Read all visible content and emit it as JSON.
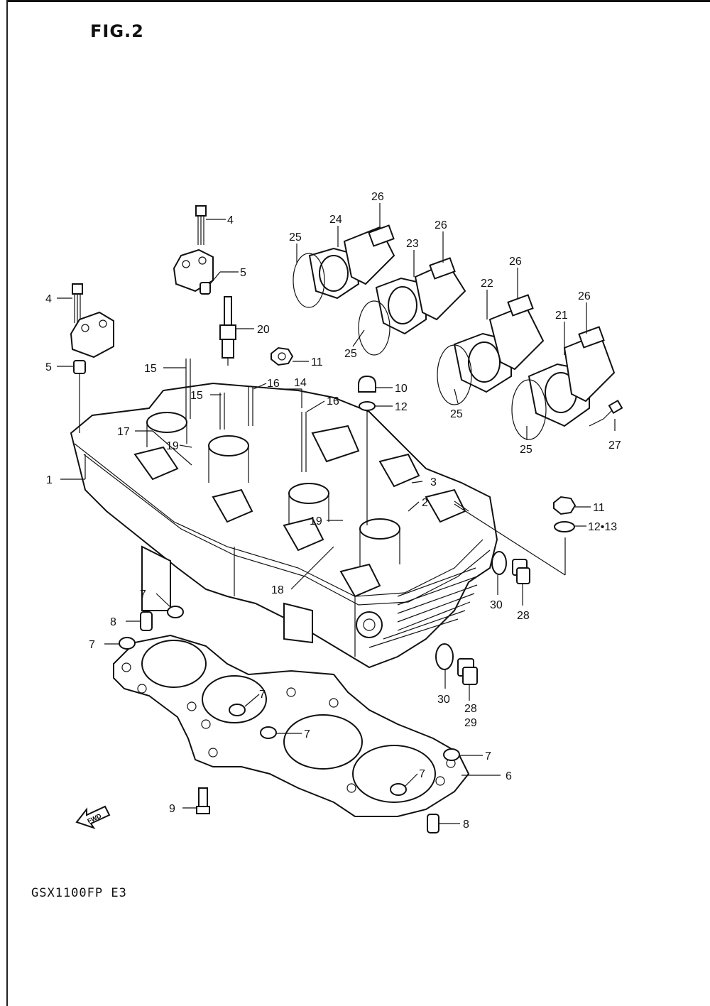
{
  "figure": {
    "title": "FIG.2",
    "model_code": "GSX1100FP  E3",
    "fwd_arrow_text": "FWD"
  },
  "callouts": [
    {
      "id": "c1",
      "text": "1"
    },
    {
      "id": "c2",
      "text": "2"
    },
    {
      "id": "c3",
      "text": "3"
    },
    {
      "id": "c4a",
      "text": "4"
    },
    {
      "id": "c4b",
      "text": "4"
    },
    {
      "id": "c5a",
      "text": "5"
    },
    {
      "id": "c5b",
      "text": "5"
    },
    {
      "id": "c6",
      "text": "6"
    },
    {
      "id": "c7a",
      "text": "7"
    },
    {
      "id": "c7b",
      "text": "7"
    },
    {
      "id": "c7c",
      "text": "7"
    },
    {
      "id": "c7d",
      "text": "7"
    },
    {
      "id": "c7e",
      "text": "7"
    },
    {
      "id": "c7f",
      "text": "7"
    },
    {
      "id": "c8a",
      "text": "8"
    },
    {
      "id": "c8b",
      "text": "8"
    },
    {
      "id": "c9",
      "text": "9"
    },
    {
      "id": "c10",
      "text": "10"
    },
    {
      "id": "c11a",
      "text": "11"
    },
    {
      "id": "c11b",
      "text": "11"
    },
    {
      "id": "c12a",
      "text": "12"
    },
    {
      "id": "c12b",
      "text": "12•13"
    },
    {
      "id": "c14",
      "text": "14"
    },
    {
      "id": "c15a",
      "text": "15"
    },
    {
      "id": "c15b",
      "text": "15"
    },
    {
      "id": "c16a",
      "text": "16"
    },
    {
      "id": "c16b",
      "text": "16"
    },
    {
      "id": "c17",
      "text": "17"
    },
    {
      "id": "c18",
      "text": "18"
    },
    {
      "id": "c19a",
      "text": "19"
    },
    {
      "id": "c19b",
      "text": "19"
    },
    {
      "id": "c20",
      "text": "20"
    },
    {
      "id": "c21",
      "text": "21"
    },
    {
      "id": "c22",
      "text": "22"
    },
    {
      "id": "c23",
      "text": "23"
    },
    {
      "id": "c24",
      "text": "24"
    },
    {
      "id": "c25a",
      "text": "25"
    },
    {
      "id": "c25b",
      "text": "25"
    },
    {
      "id": "c25c",
      "text": "25"
    },
    {
      "id": "c25d",
      "text": "25"
    },
    {
      "id": "c26a",
      "text": "26"
    },
    {
      "id": "c26b",
      "text": "26"
    },
    {
      "id": "c26c",
      "text": "26"
    },
    {
      "id": "c26d",
      "text": "26"
    },
    {
      "id": "c27",
      "text": "27"
    },
    {
      "id": "c28a",
      "text": "28"
    },
    {
      "id": "c28b",
      "text": "28"
    },
    {
      "id": "c29",
      "text": "29"
    },
    {
      "id": "c30a",
      "text": "30"
    },
    {
      "id": "c30b",
      "text": "30"
    }
  ]
}
